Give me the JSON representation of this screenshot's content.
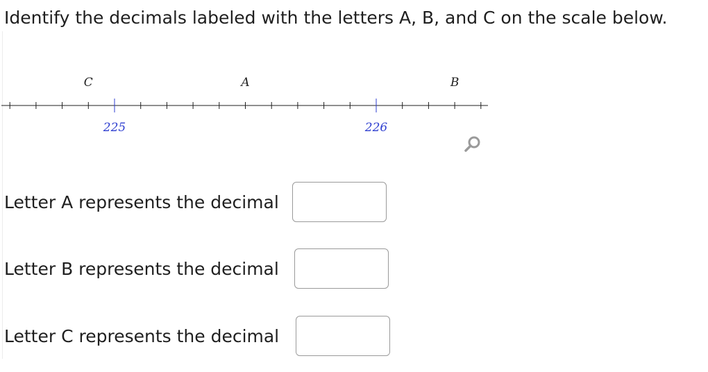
{
  "question": "Identify the decimals labeled with the letters A, B, and C on the scale below.",
  "scale": {
    "letters": [
      {
        "label": "C",
        "value": 224.9
      },
      {
        "label": "A",
        "value": 225.5
      },
      {
        "label": "B",
        "value": 226.3
      }
    ],
    "whole_labels": [
      {
        "label": "225",
        "value": 225
      },
      {
        "label": "226",
        "value": 226
      }
    ],
    "tick_step": 0.1,
    "range": [
      224.6,
      226.4
    ],
    "line_color": "#1f1f1f",
    "major_tick_color": "#2f3fd0"
  },
  "magnifier_icon": "magnifier-icon",
  "answers": [
    {
      "letter": "A",
      "label": "Letter A represents the decimal",
      "value": ""
    },
    {
      "letter": "B",
      "label": "Letter B represents the decimal",
      "value": ""
    },
    {
      "letter": "C",
      "label": "Letter C represents the decimal",
      "value": ""
    }
  ]
}
